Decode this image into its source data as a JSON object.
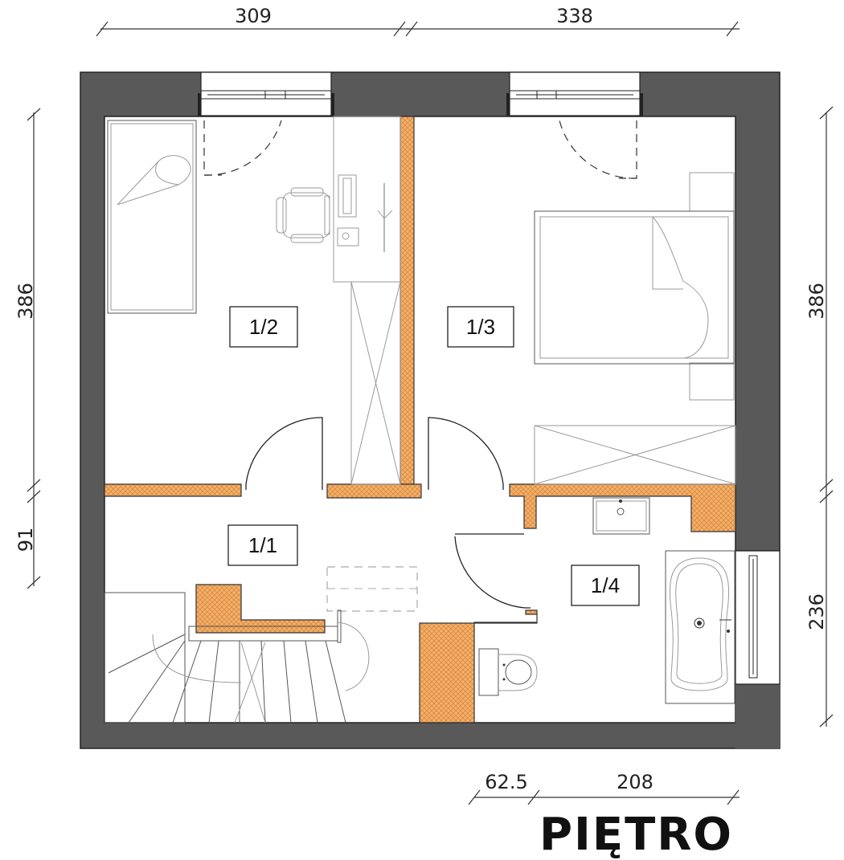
{
  "plan": {
    "title": "PIĘTRO",
    "dimensions": {
      "top_left": "309",
      "top_right": "338",
      "left_upper": "386",
      "left_lower": "91",
      "right_upper": "386",
      "right_lower": "236",
      "bottom_left": "62.5",
      "bottom_right": "208"
    },
    "rooms": [
      {
        "id": "r11",
        "label": "1/1"
      },
      {
        "id": "r12",
        "label": "1/2"
      },
      {
        "id": "r13",
        "label": "1/3"
      },
      {
        "id": "r14",
        "label": "1/4"
      }
    ],
    "colors": {
      "wall": "#595959",
      "partition": "#f2a55a",
      "fixture": "#9a9a9a"
    }
  }
}
